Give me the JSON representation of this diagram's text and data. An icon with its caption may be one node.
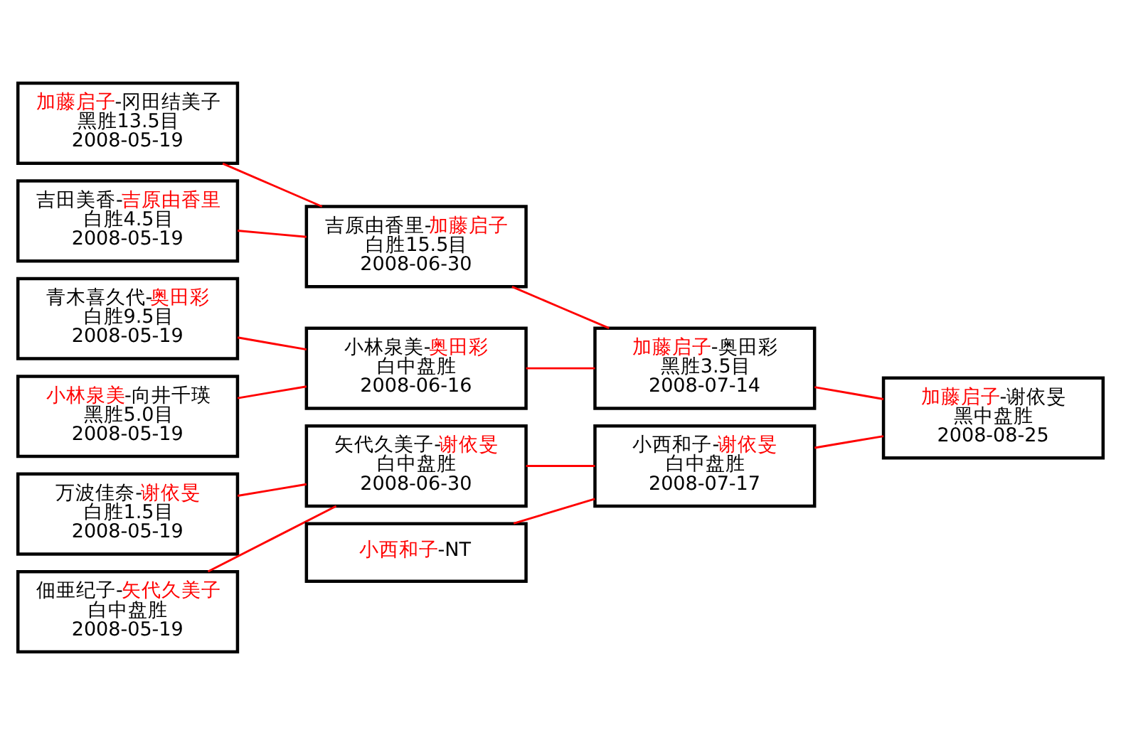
{
  "diagram": {
    "nodes": [
      {
        "text": [
          "加藤启子-冈田结美子",
          "黑胜13.5目",
          "2008-05-19"
        ]
      },
      {
        "text": [
          "吉田美香-吉原由香里",
          "白胜4.5目",
          "2008-05-19"
        ]
      },
      {
        "text": [
          "青木喜久代-奥田彩",
          "白胜9.5目",
          "2008-05-19"
        ]
      },
      {
        "text": [
          "小林泉美-向井千瑛",
          "黑胜5.0目",
          "2008-05-19"
        ]
      },
      {
        "text": [
          "万波佳奈-谢依旻",
          "白胜1.5目",
          "2008-05-19"
        ]
      },
      {
        "text": [
          "佃亜纪子-矢代久美子",
          "白中盘胜",
          "2008-05-19"
        ]
      },
      {
        "text": [
          "吉原由香里-加藤启子",
          "白胜15.5目",
          "2008-06-30"
        ]
      },
      {
        "text": [
          "小林泉美-奥田彩",
          "白中盘胜",
          "2008-06-16"
        ]
      },
      {
        "text": [
          "矢代久美子-谢依旻",
          "白中盘胜",
          "2008-06-30"
        ]
      },
      {
        "text": [
          "小西和子-NT"
        ]
      },
      {
        "text": [
          "加藤启子-奥田彩",
          "黑胜3.5目",
          "2008-07-14"
        ]
      },
      {
        "text": [
          "小西和子-谢依旻",
          "白中盘胜",
          "2008-07-17"
        ]
      },
      {
        "text": [
          "加藤启子-谢依旻",
          "黑中盘胜",
          "2008-08-25"
        ]
      }
    ],
    "edges": [
      {
        "from": 0,
        "to": 6,
        "arrow": "none"
      },
      {
        "from": 1,
        "to": 6,
        "arrow": "none"
      },
      {
        "from": 2,
        "to": 7,
        "arrow": "none"
      },
      {
        "from": 3,
        "to": 7,
        "arrow": "none"
      },
      {
        "from": 4,
        "to": 8,
        "arrow": "none"
      },
      {
        "from": 5,
        "to": 8,
        "arrow": "none"
      },
      {
        "from": 6,
        "to": 10,
        "arrow": "none"
      },
      {
        "from": 7,
        "to": 10,
        "arrow": "none"
      },
      {
        "from": 8,
        "to": 11,
        "arrow": "none"
      },
      {
        "from": 9,
        "to": 11,
        "arrow": "none"
      },
      {
        "from": 10,
        "to": 12,
        "arrow": "none"
      },
      {
        "from": 11,
        "to": 12,
        "arrow": "none"
      }
    ]
  }
}
